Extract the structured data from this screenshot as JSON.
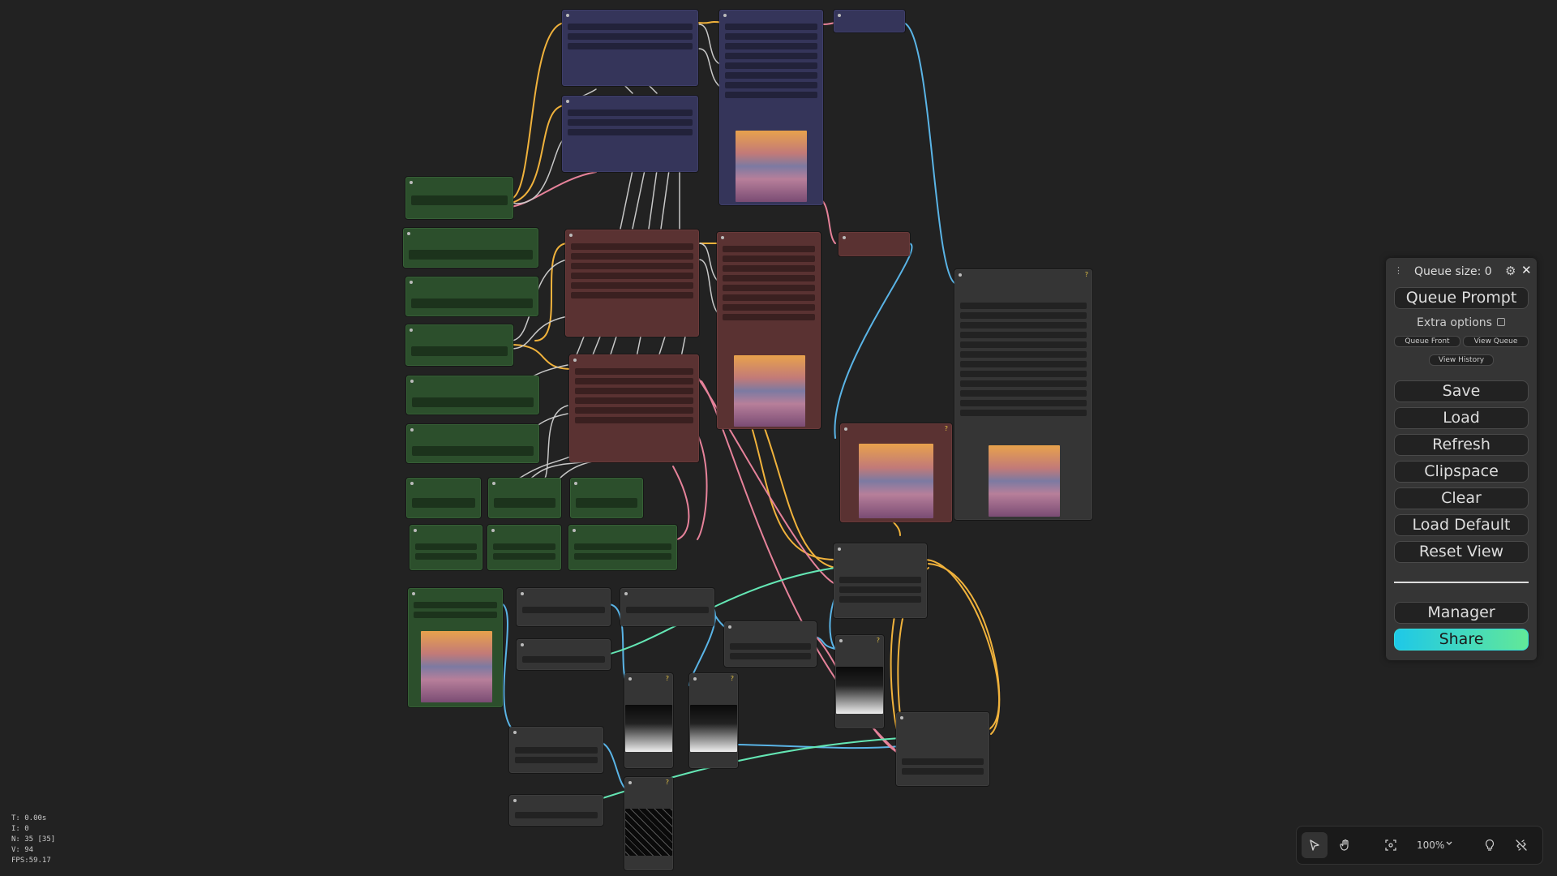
{
  "stats": {
    "t": "T: 0.00s",
    "i": "I: 0",
    "n": "N: 35 [35]",
    "v": "V: 94",
    "fps": "FPS:59.17"
  },
  "menu": {
    "queue_size": "Queue size: 0",
    "queue_prompt": "Queue Prompt",
    "extra_options": "Extra options",
    "queue_front": "Queue Front",
    "view_queue": "View Queue",
    "view_history": "View History",
    "save": "Save",
    "load": "Load",
    "refresh": "Refresh",
    "clipspace": "Clipspace",
    "clear": "Clear",
    "load_default": "Load Default",
    "reset_view": "Reset View",
    "manager": "Manager",
    "share": "Share"
  },
  "toolbar": {
    "zoom": "100%"
  },
  "colors": {
    "background": "#222222",
    "node_blue": "#35355a",
    "node_red": "#5a3232",
    "node_green": "#2c4f2c",
    "node_gray": "#353535",
    "wire_yellow": "#f0b23c",
    "wire_blue": "#5ab4e6",
    "wire_pink": "#e6829a",
    "wire_teal": "#64e6b4",
    "wire_white": "#c8c8c8",
    "share_gradient_start": "#1ec8e8",
    "share_gradient_end": "#62e898"
  },
  "icons": {
    "grip": "grip-icon",
    "gear": "gear-icon",
    "close": "close-icon",
    "pointer": "pointer-icon",
    "hand": "hand-icon",
    "fit_view": "fit-view-icon",
    "chevron": "chevron-down-icon",
    "bulb": "lightbulb-icon",
    "link_off": "link-off-icon"
  }
}
